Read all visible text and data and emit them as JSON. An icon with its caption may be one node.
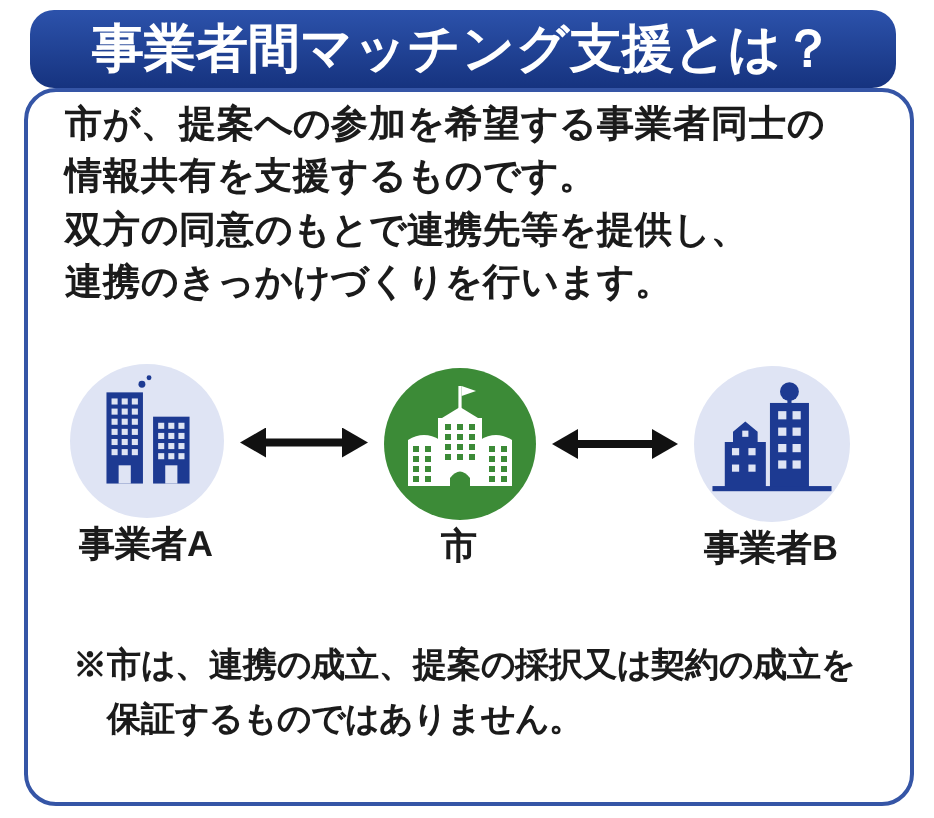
{
  "diagram": {
    "title": "事業者間マッチング支援とは？",
    "nodes": [
      {
        "text": [
          "市が、提案への参加を希望する事業者同士の情報共有を支援するものです。",
          "双方の同意のもとで連携先等を提供し、連携のきっかけづくりを行います。",
          "※市は、連携の成立、提案の採択又は契約の成立を保証するものではありません。"
        ]
      },
      {
        "text": [],
        "shape": "picture",
        "in": 0,
        "beside": [
          "事業者A"
        ]
      },
      {
        "text": [],
        "shape": "picture",
        "in": 0,
        "beside": [
          "市"
        ]
      },
      {
        "text": [],
        "shape": "picture",
        "in": 0,
        "beside": [
          "事業者B"
        ]
      }
    ],
    "edges": [
      {
        "from": 1,
        "to": 2,
        "arrow": "both"
      },
      {
        "from": 2,
        "to": 3,
        "arrow": "both"
      }
    ]
  }
}
